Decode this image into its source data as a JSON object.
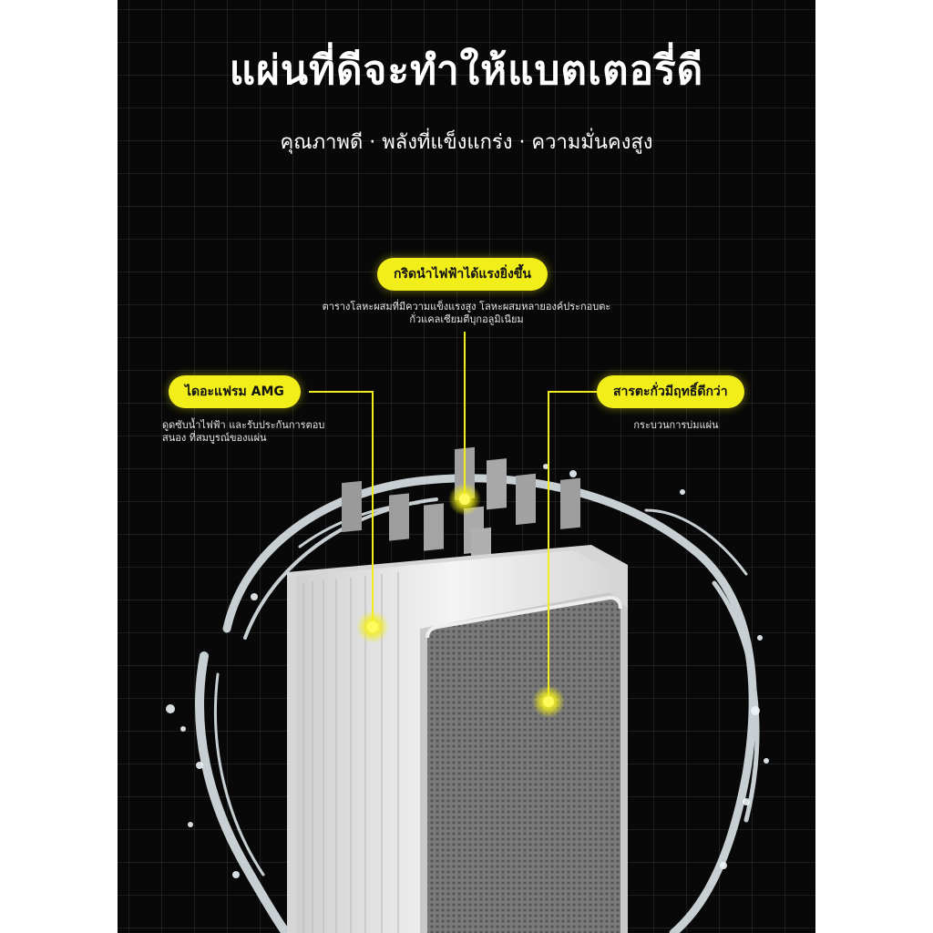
{
  "headline": "แผ่นที่ดีจะทำให้แบตเตอรี่ดี",
  "subheadline": "คุณภาพดี · พลังที่แข็งแกร่ง · ความมั่นคงสูง",
  "callouts": {
    "grid": {
      "label": "กริดนำไฟฟ้าได้แรงยิ่งขึ้น",
      "description_line1": "ตารางโลหะผสมที่มีความแข็งแรงสูง โลหะผสมหลายองค์ประกอบตะ",
      "description_line2": "กั่วแคลเซียมตีบุกอลูมิเนียม"
    },
    "diaphragm": {
      "label": "ไดอะแฟรม AMG",
      "description_line1": "ดูดซับน้ำไฟฟ้า และรับประกันการตอบ",
      "description_line2": "สนอง ที่สมบูรณ์ของแผ่น"
    },
    "lead_paste": {
      "label": "สารตะกั่วมีฤทธิ์ดีกว่า",
      "description_line1": "กระบวนการบ่มแผ่น"
    }
  },
  "colors": {
    "accent": "#f2ee1a",
    "background": "#080808",
    "text": "#ffffff"
  }
}
